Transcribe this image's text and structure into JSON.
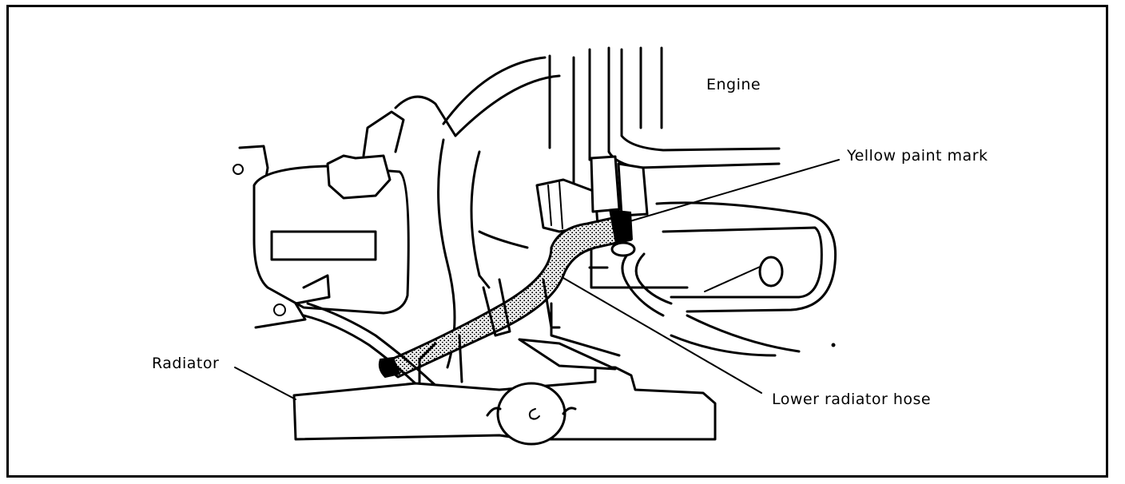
{
  "labels": {
    "engine": "Engine",
    "yellow_paint_mark": "Yellow paint mark",
    "radiator": "Radiator",
    "lower_radiator_hose": "Lower radiator hose"
  },
  "colors": {
    "ink": "#000000",
    "paper": "#ffffff"
  }
}
